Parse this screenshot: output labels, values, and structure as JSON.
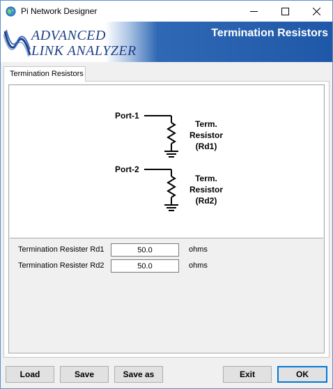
{
  "window": {
    "title": "Pi Network Designer"
  },
  "banner": {
    "logo_line1": "ADVANCED",
    "logo_line2": "LINK ANALYZER",
    "title": "Termination Resistors"
  },
  "tabs": [
    {
      "label": "Termination Resistors",
      "selected": true
    }
  ],
  "diagram": {
    "port1_label": "Port-1",
    "port2_label": "Port-2",
    "resistor1_lines": [
      "Term.",
      "Resistor",
      "(Rd1)"
    ],
    "resistor2_lines": [
      "Term.",
      "Resistor",
      "(Rd2)"
    ]
  },
  "fields": [
    {
      "label": "Termination Resister Rd1",
      "value": "50.0",
      "unit": "ohms"
    },
    {
      "label": "Termination Resister Rd2",
      "value": "50.0",
      "unit": "ohms"
    }
  ],
  "buttons": {
    "load": "Load",
    "save": "Save",
    "save_as": "Save as",
    "exit": "Exit",
    "ok": "OK"
  },
  "colors": {
    "banner_blue": "#1f58a8",
    "focus_border": "#0078d7",
    "logo_navy": "#1d3f86"
  }
}
